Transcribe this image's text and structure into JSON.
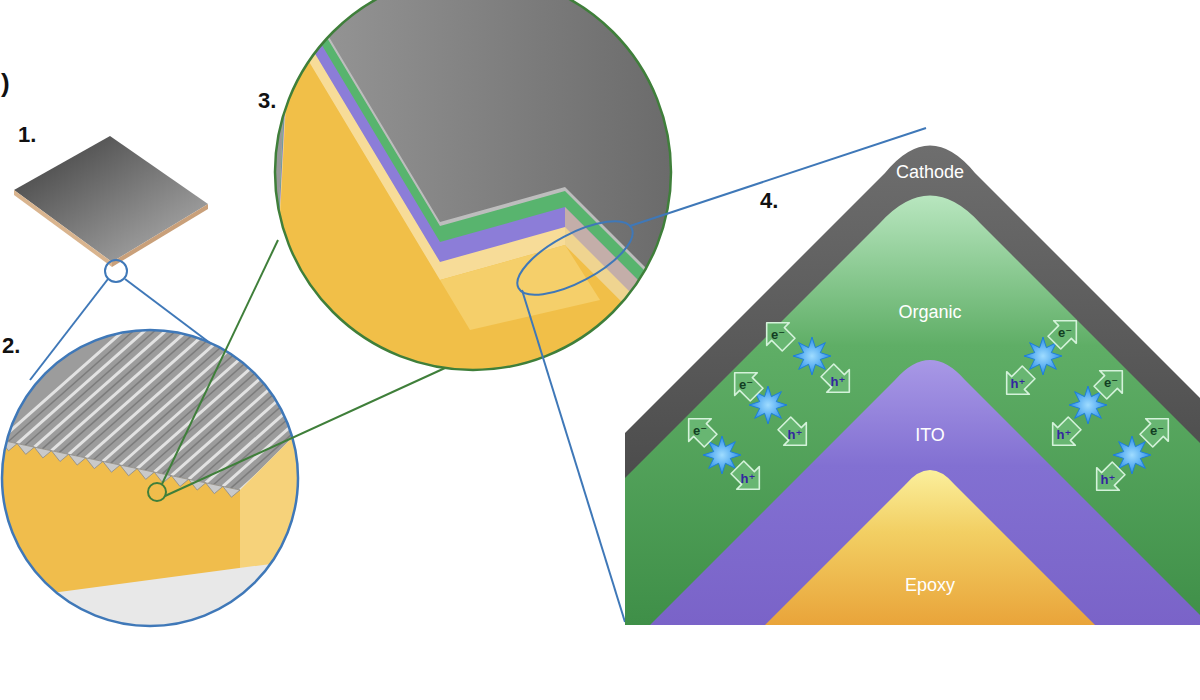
{
  "diagram": {
    "nodes": [
      {
        "text": [
          "Cathode"
        ]
      },
      {
        "text": [
          "Organic"
        ]
      },
      {
        "text": [
          "e⁻"
        ],
        "in": 1
      },
      {
        "text": [
          "h⁺"
        ],
        "in": 1
      },
      {
        "text": [
          "e⁻"
        ],
        "in": 1
      },
      {
        "text": [
          "h⁺"
        ],
        "in": 1
      },
      {
        "text": [
          "e⁻"
        ],
        "in": 1
      },
      {
        "text": [
          "h⁺"
        ],
        "in": 1
      },
      {
        "text": [
          "e⁻"
        ],
        "in": 1
      },
      {
        "text": [
          "h⁺"
        ],
        "in": 1
      },
      {
        "text": [
          "e⁻"
        ],
        "in": 1
      },
      {
        "text": [
          "h⁺"
        ],
        "in": 1
      },
      {
        "text": [
          "e⁻"
        ],
        "in": 1
      },
      {
        "text": [
          "h⁺"
        ],
        "in": 1
      },
      {
        "text": [
          "ITO"
        ]
      },
      {
        "text": [
          "Epoxy"
        ]
      }
    ],
    "labels": [
      ")",
      "1.",
      "2.",
      "3.",
      "4."
    ]
  }
}
